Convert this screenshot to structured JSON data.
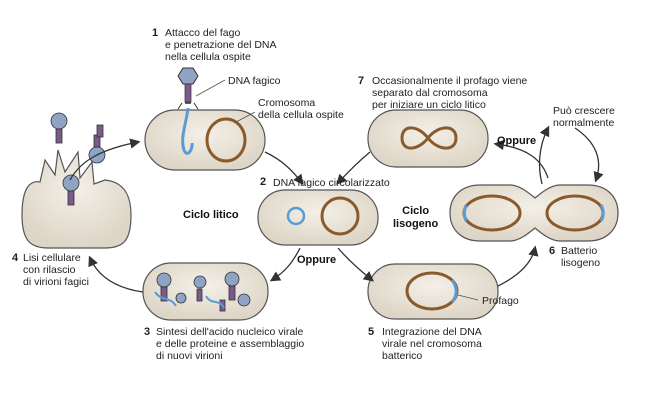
{
  "steps": {
    "s1": {
      "num": "1",
      "lines": [
        "Attacco del fago",
        "e penetrazione del DNA",
        "nella cellula ospite"
      ]
    },
    "s2": {
      "num": "2",
      "text": "DNA fagico circolarizzato"
    },
    "s3": {
      "num": "3",
      "lines": [
        "Sintesi dell'acido nucleico virale",
        "e delle proteine e assemblaggio",
        "di nuovi virioni"
      ]
    },
    "s4": {
      "num": "4",
      "lines": [
        "Lisi cellulare",
        "con rilascio",
        "di virioni fagici"
      ]
    },
    "s5": {
      "num": "5",
      "lines": [
        "Integrazione del DNA",
        "virale nel cromosoma",
        "batterico"
      ]
    },
    "s6": {
      "num": "6",
      "lines": [
        "Batterio",
        "lisogeno"
      ]
    },
    "s7": {
      "num": "7",
      "lines": [
        "Occasionalmente il profago viene",
        "separato dal cromosoma",
        "per iniziare un ciclo litico"
      ]
    }
  },
  "labels": {
    "dna_fagico": "DNA fagico",
    "cromosoma": [
      "Cromosoma",
      "della cellula ospite"
    ],
    "profago": "Profago",
    "puo_crescere": [
      "Può crescere",
      "normalmente"
    ],
    "oppure_a": "Oppure",
    "oppure_b": "Oppure",
    "ciclo_litico": "Ciclo litico",
    "ciclo_lisogeno": [
      "Ciclo",
      "lisogeno"
    ]
  },
  "colors": {
    "cell_fill": "#ece6da",
    "cell_stroke": "#555555",
    "chromosome": "#8a5a2b",
    "phage_dna": "#5b9bd5",
    "phage_head": "#8fa3c4",
    "phage_tail": "#7b5a8c"
  }
}
